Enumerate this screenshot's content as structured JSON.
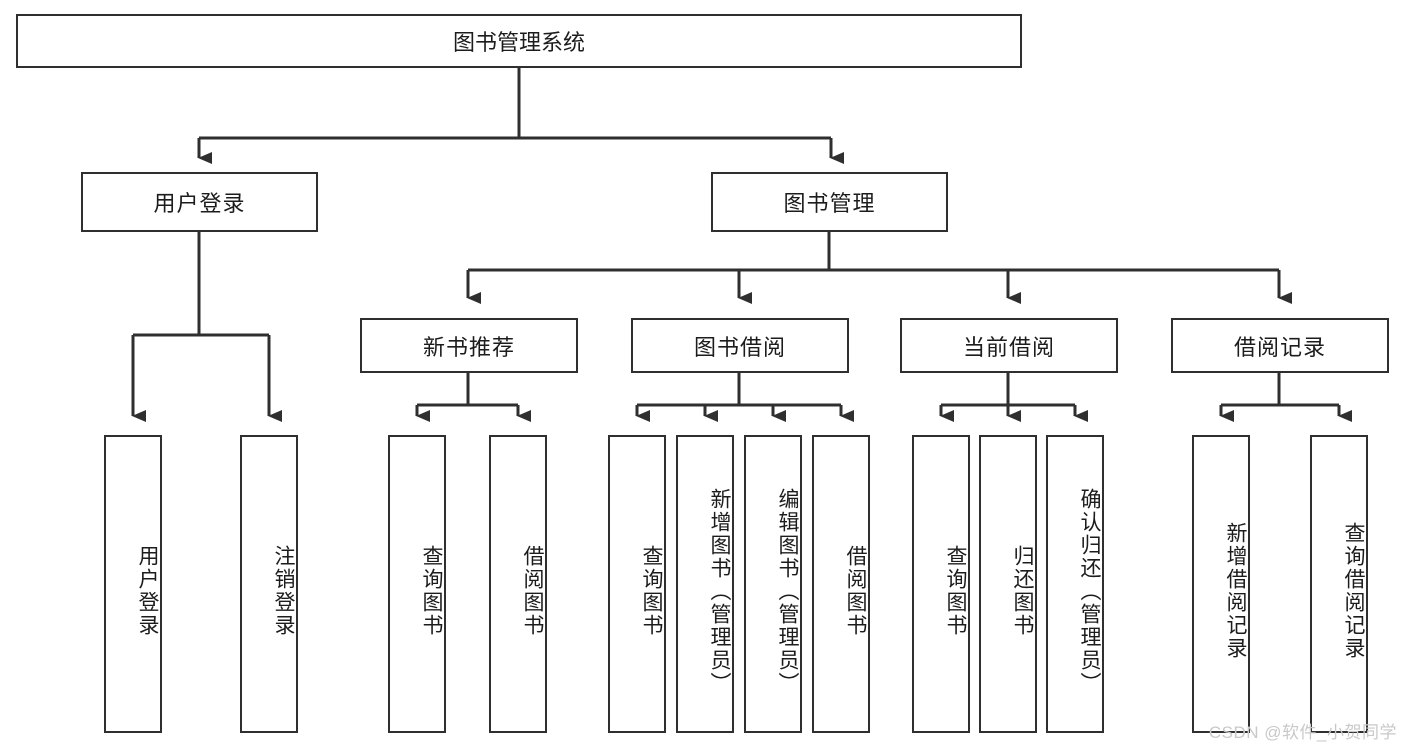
{
  "diagram": {
    "title": "图书管理系统",
    "type": "tree-hierarchy-diagram",
    "root": {
      "id": "root",
      "label": "图书管理系统"
    },
    "level2": [
      {
        "id": "user-login",
        "label": "用户登录"
      },
      {
        "id": "book-manage",
        "label": "图书管理"
      }
    ],
    "level3": [
      {
        "id": "new-book-recommend",
        "label": "新书推荐"
      },
      {
        "id": "book-borrow",
        "label": "图书借阅"
      },
      {
        "id": "current-borrow",
        "label": "当前借阅"
      },
      {
        "id": "borrow-record",
        "label": "借阅记录"
      }
    ],
    "leaves": [
      {
        "id": "leaf-user-login",
        "label": "用户登录",
        "parent": "user-login"
      },
      {
        "id": "leaf-user-logout",
        "label": "注销登录",
        "parent": "user-login"
      },
      {
        "id": "leaf-query-book-1",
        "label": "查询图书",
        "parent": "new-book-recommend"
      },
      {
        "id": "leaf-borrow-book-1",
        "label": "借阅图书",
        "parent": "new-book-recommend"
      },
      {
        "id": "leaf-query-book-2",
        "label": "查询图书",
        "parent": "book-borrow"
      },
      {
        "id": "leaf-add-book",
        "label": "新增图书（管理员）",
        "parent": "book-borrow"
      },
      {
        "id": "leaf-edit-book",
        "label": "编辑图书（管理员）",
        "parent": "book-borrow"
      },
      {
        "id": "leaf-borrow-book-2",
        "label": "借阅图书",
        "parent": "book-borrow"
      },
      {
        "id": "leaf-query-book-3",
        "label": "查询图书",
        "parent": "current-borrow"
      },
      {
        "id": "leaf-return-book",
        "label": "归还图书",
        "parent": "current-borrow"
      },
      {
        "id": "leaf-confirm-return",
        "label": "确认归还（管理员）",
        "parent": "current-borrow"
      },
      {
        "id": "leaf-add-record",
        "label": "新增借阅记录",
        "parent": "borrow-record"
      },
      {
        "id": "leaf-query-record",
        "label": "查询借阅记录",
        "parent": "borrow-record"
      }
    ],
    "watermark": "CSDN @软件_小贺同学",
    "colors": {
      "stroke": "#2f2f2f",
      "fill": "#ffffff",
      "text": "#1c1c1c",
      "watermark": "#c9c9c9"
    }
  }
}
